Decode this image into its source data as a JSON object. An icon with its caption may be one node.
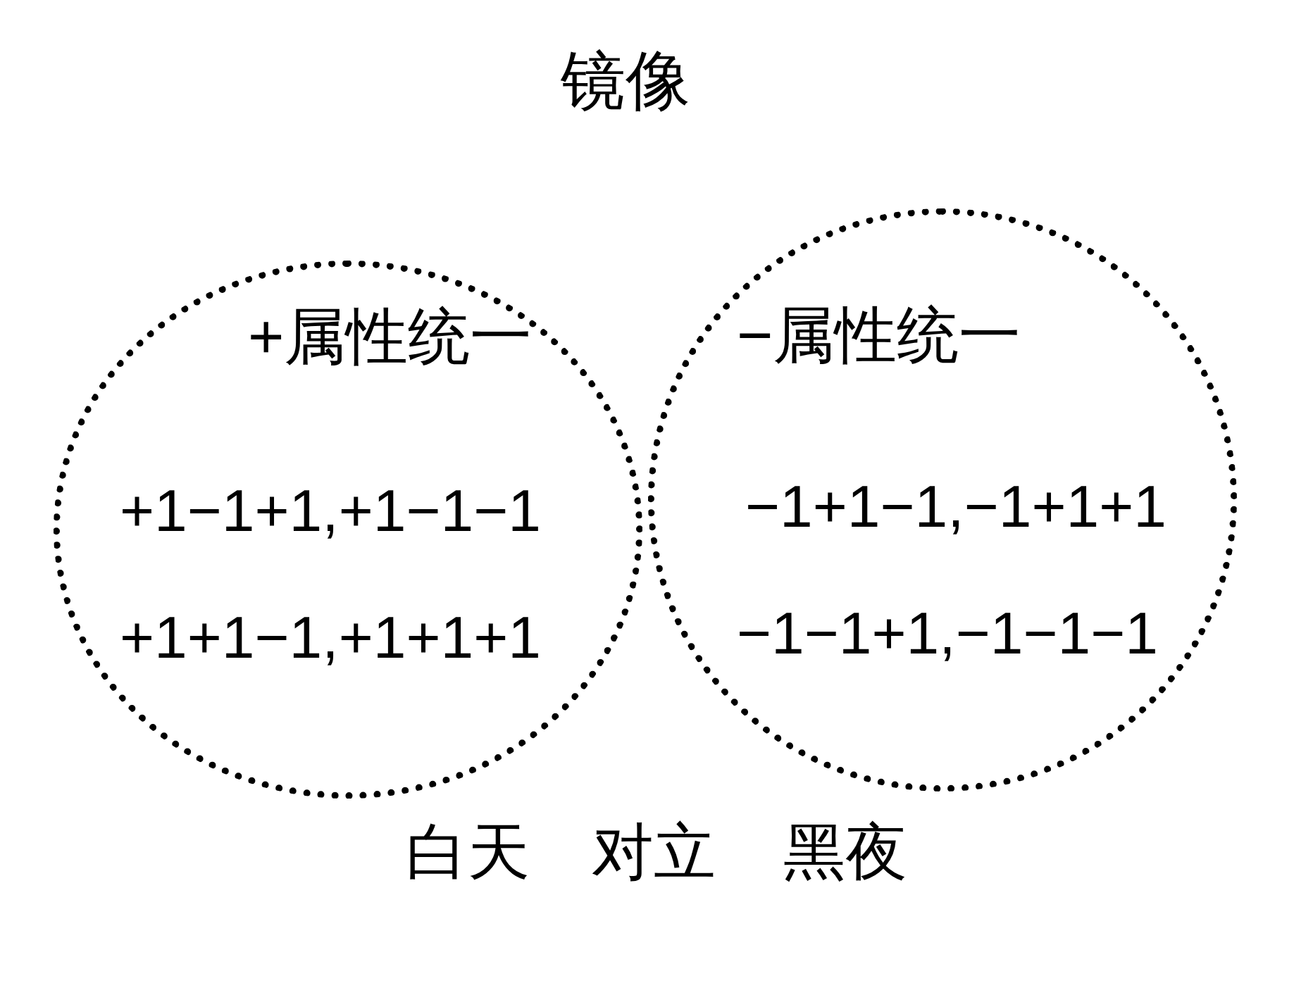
{
  "diagram": {
    "title": "镜像",
    "nodes": [
      {
        "text": [
          "+属性统一",
          "+1−1+1,+1−1−1",
          "+1+1−1,+1+1+1"
        ]
      },
      {
        "text": [
          "−属性统一",
          "−1+1−1,−1+1+1",
          "−1−1+1,−1−1−1"
        ]
      }
    ],
    "labels": [
      "白天",
      "对立",
      "黑夜"
    ]
  }
}
